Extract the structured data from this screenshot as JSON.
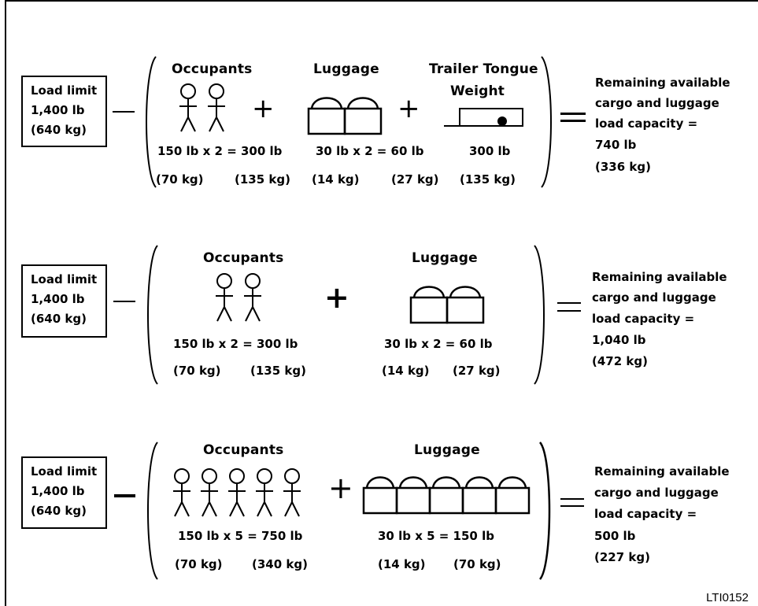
{
  "figure_code": "LTI0152",
  "sections": [
    {
      "load_limit": {
        "line1": "Load limit",
        "line2": "1,400 lb",
        "line3": "(640 kg)"
      },
      "minus": "—",
      "occupants": {
        "label": "Occupants",
        "count": 2,
        "calc": "150 lb x 2 = 300 lb",
        "kg1": "(70 kg)",
        "kg2": "(135 kg)"
      },
      "plus1": "+",
      "luggage": {
        "label": "Luggage",
        "count": 2,
        "calc": "30 lb x 2 = 60 lb",
        "kg1": "(14 kg)",
        "kg2": "(27 kg)"
      },
      "plus2": "+",
      "trailer": {
        "label_line1": "Trailer Tongue",
        "label_line2": "Weight",
        "value": "300 lb",
        "kg": "(135 kg)"
      },
      "equals": "=",
      "result": {
        "line1": "Remaining available",
        "line2": "cargo and luggage",
        "line3": "load capacity =",
        "line4": "740 lb",
        "line5": "(336 kg)"
      }
    },
    {
      "load_limit": {
        "line1": "Load limit",
        "line2": "1,400 lb",
        "line3": "(640 kg)"
      },
      "minus": "—",
      "occupants": {
        "label": "Occupants",
        "count": 2,
        "calc": "150 lb x 2 = 300 lb",
        "kg1": "(70 kg)",
        "kg2": "(135 kg)"
      },
      "plus1": "+",
      "luggage": {
        "label": "Luggage",
        "count": 2,
        "calc": "30 lb x 2 = 60 lb",
        "kg1": "(14 kg)",
        "kg2": "(27 kg)"
      },
      "equals": "=",
      "result": {
        "line1": "Remaining available",
        "line2": "cargo and luggage",
        "line3": "load capacity =",
        "line4": "1,040 lb",
        "line5": "(472 kg)"
      }
    },
    {
      "load_limit": {
        "line1": "Load limit",
        "line2": "1,400 lb",
        "line3": "(640 kg)"
      },
      "minus": "—",
      "occupants": {
        "label": "Occupants",
        "count": 5,
        "calc": "150 lb x 5 = 750 lb",
        "kg1": "(70 kg)",
        "kg2": "(340 kg)"
      },
      "plus1": "+",
      "luggage": {
        "label": "Luggage",
        "count": 5,
        "calc": "30 lb x 5 = 150 lb",
        "kg1": "(14 kg)",
        "kg2": "(70 kg)"
      },
      "equals": "=",
      "result": {
        "line1": "Remaining available",
        "line2": "cargo and luggage",
        "line3": "load capacity =",
        "line4": "500 lb",
        "line5": "(227 kg)"
      }
    }
  ]
}
